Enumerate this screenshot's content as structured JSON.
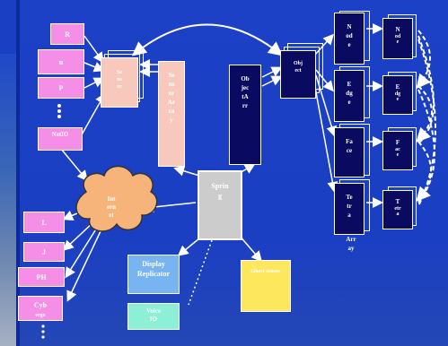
{
  "boxes": {
    "r": "R",
    "u": "u",
    "p": "P",
    "nu": "NetIO",
    "sensor": "Sensor",
    "sensor_array": "Sensor Array",
    "object_arr": "ObjectArr",
    "object": "Object",
    "node": "Node",
    "edge": "Edge",
    "face": "Face",
    "tetra": "Tetra",
    "array": "Array",
    "n_small": "N",
    "n_sub": "ode",
    "e_small": "E",
    "e_sub": "dge",
    "f_small": "F",
    "f_sub": "ace",
    "t_small": "T",
    "t_sub": "etra",
    "internet": "Internet",
    "spring": "Spring",
    "display_replicator": "Display Replicator",
    "voice_io": "Voice IO",
    "yellow": "Ghost sensor",
    "l": "L",
    "j": "J",
    "ph": "PH",
    "cyb": "Cyb",
    "cyb_sub": "ergo"
  },
  "colors": {
    "background": "#1b3fc2",
    "pink": "#f48ee6",
    "navy": "#0a0a60",
    "peach": "#f9c8bd",
    "grey": "#cccccc",
    "cloud": "#f7b47a",
    "light_blue": "#78b3f2",
    "mint": "#8df0d6",
    "yellow": "#fde75c"
  }
}
